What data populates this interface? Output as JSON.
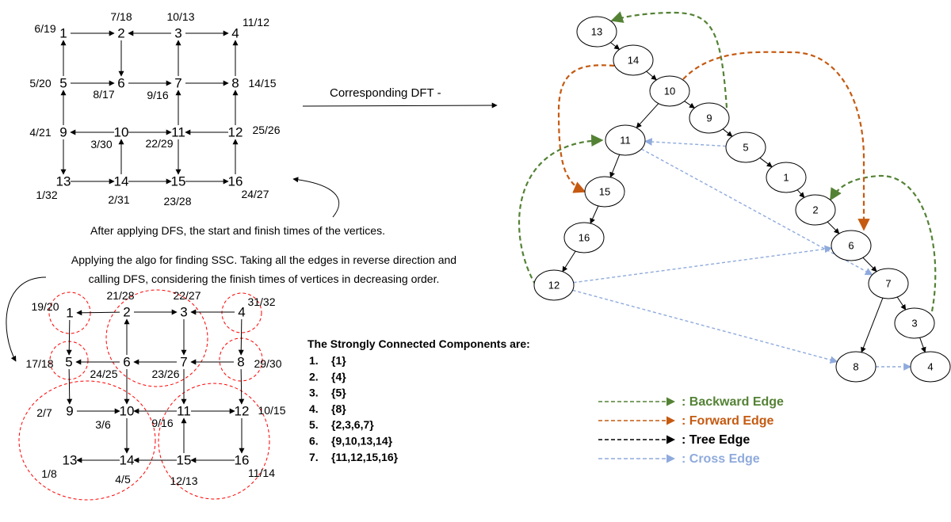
{
  "colors": {
    "backward": "#548235",
    "forward": "#C55A11",
    "tree": "#000000",
    "cross": "#8FAADC",
    "scc_circle": "#FF0000"
  },
  "graph1": {
    "nodes": [
      {
        "id": "1",
        "time": "6/19"
      },
      {
        "id": "2",
        "time": "7/18"
      },
      {
        "id": "3",
        "time": "10/13"
      },
      {
        "id": "4",
        "time": "11/12"
      },
      {
        "id": "5",
        "time": "5/20"
      },
      {
        "id": "6",
        "time": "8/17"
      },
      {
        "id": "7",
        "time": "9/16"
      },
      {
        "id": "8",
        "time": "14/15"
      },
      {
        "id": "9",
        "time": "4/21"
      },
      {
        "id": "10",
        "time": "3/30"
      },
      {
        "id": "11",
        "time": "22/29"
      },
      {
        "id": "12",
        "time": "25/26"
      },
      {
        "id": "13",
        "time": "1/32"
      },
      {
        "id": "14",
        "time": "2/31"
      },
      {
        "id": "15",
        "time": "23/28"
      },
      {
        "id": "16",
        "time": "24/27"
      }
    ],
    "edges": [
      [
        "1",
        "2"
      ],
      [
        "3",
        "2"
      ],
      [
        "3",
        "4"
      ],
      [
        "5",
        "1"
      ],
      [
        "2",
        "6"
      ],
      [
        "5",
        "6"
      ],
      [
        "6",
        "7"
      ],
      [
        "7",
        "3"
      ],
      [
        "7",
        "8"
      ],
      [
        "8",
        "4"
      ],
      [
        "10",
        "9"
      ],
      [
        "10",
        "11"
      ],
      [
        "12",
        "11"
      ],
      [
        "9",
        "5"
      ],
      [
        "11",
        "7"
      ],
      [
        "12",
        "8"
      ],
      [
        "9",
        "13"
      ],
      [
        "14",
        "10"
      ],
      [
        "11",
        "15"
      ],
      [
        "13",
        "14"
      ],
      [
        "14",
        "15"
      ],
      [
        "15",
        "16"
      ],
      [
        "16",
        "12"
      ]
    ]
  },
  "caption1": "After applying DFS, the start and finish times of the vertices.",
  "caption2_line1": "Applying the algo for finding SSC. Taking all the edges in reverse direction and",
  "caption2_line2": "calling DFS, considering the finish times of vertices in decreasing order.",
  "dft_label": "Corresponding DFT -",
  "graph2": {
    "nodes": [
      {
        "id": "1",
        "time": "19/20"
      },
      {
        "id": "2",
        "time": "21/28"
      },
      {
        "id": "3",
        "time": "22/27"
      },
      {
        "id": "4",
        "time": "31/32"
      },
      {
        "id": "5",
        "time": "17/18"
      },
      {
        "id": "6",
        "time": "24/25"
      },
      {
        "id": "7",
        "time": "23/26"
      },
      {
        "id": "8",
        "time": "29/30"
      },
      {
        "id": "9",
        "time": "2/7"
      },
      {
        "id": "10",
        "time": "3/6"
      },
      {
        "id": "11",
        "time": "9/16"
      },
      {
        "id": "12",
        "time": "10/15"
      },
      {
        "id": "13",
        "time": "1/8"
      },
      {
        "id": "14",
        "time": "4/5"
      },
      {
        "id": "15",
        "time": "12/13"
      },
      {
        "id": "16",
        "time": "11/14"
      }
    ],
    "edges": [
      [
        "2",
        "1"
      ],
      [
        "2",
        "3"
      ],
      [
        "4",
        "3"
      ],
      [
        "1",
        "5"
      ],
      [
        "6",
        "2"
      ],
      [
        "3",
        "7"
      ],
      [
        "4",
        "8"
      ],
      [
        "6",
        "5"
      ],
      [
        "7",
        "6"
      ],
      [
        "8",
        "7"
      ],
      [
        "5",
        "9"
      ],
      [
        "9",
        "10"
      ],
      [
        "11",
        "10"
      ],
      [
        "11",
        "12"
      ],
      [
        "6",
        "10"
      ],
      [
        "7",
        "11"
      ],
      [
        "8",
        "12"
      ],
      [
        "10",
        "14"
      ],
      [
        "15",
        "11"
      ],
      [
        "12",
        "16"
      ],
      [
        "14",
        "13"
      ],
      [
        "15",
        "14"
      ],
      [
        "16",
        "15"
      ]
    ]
  },
  "scc": {
    "heading": "The Strongly Connected Components are:",
    "items": [
      {
        "num": "1.",
        "set": "{1}"
      },
      {
        "num": "2.",
        "set": "{4}"
      },
      {
        "num": "3.",
        "set": "{5}"
      },
      {
        "num": "4.",
        "set": "{8}"
      },
      {
        "num": "5.",
        "set": "{2,3,6,7}"
      },
      {
        "num": "6.",
        "set": "{9,10,13,14}"
      },
      {
        "num": "7.",
        "set": "{11,12,15,16}"
      }
    ]
  },
  "tree": {
    "nodes": [
      "13",
      "14",
      "10",
      "9",
      "11",
      "5",
      "1",
      "15",
      "2",
      "16",
      "6",
      "12",
      "7",
      "3",
      "8",
      "4"
    ],
    "tree_edges": [
      [
        "13",
        "14"
      ],
      [
        "14",
        "10"
      ],
      [
        "10",
        "9"
      ],
      [
        "10",
        "11"
      ],
      [
        "9",
        "5"
      ],
      [
        "5",
        "1"
      ],
      [
        "1",
        "2"
      ],
      [
        "11",
        "15"
      ],
      [
        "15",
        "16"
      ],
      [
        "16",
        "12"
      ],
      [
        "2",
        "6"
      ],
      [
        "6",
        "7"
      ],
      [
        "7",
        "3"
      ],
      [
        "7",
        "8"
      ],
      [
        "3",
        "4"
      ]
    ],
    "backward_edges": [
      [
        "9",
        "13"
      ],
      [
        "12",
        "11"
      ],
      [
        "3",
        "2"
      ]
    ],
    "forward_edges": [
      [
        "14",
        "15"
      ],
      [
        "10",
        "6"
      ]
    ],
    "cross_edges": [
      [
        "5",
        "11"
      ],
      [
        "11",
        "7"
      ],
      [
        "12",
        "6"
      ],
      [
        "12",
        "8"
      ],
      [
        "8",
        "4"
      ]
    ]
  },
  "legend": [
    {
      "label": ": Backward Edge",
      "type": "backward"
    },
    {
      "label": ": Forward Edge",
      "type": "forward"
    },
    {
      "label": ": Tree Edge",
      "type": "tree"
    },
    {
      "label": ": Cross Edge",
      "type": "cross"
    }
  ]
}
